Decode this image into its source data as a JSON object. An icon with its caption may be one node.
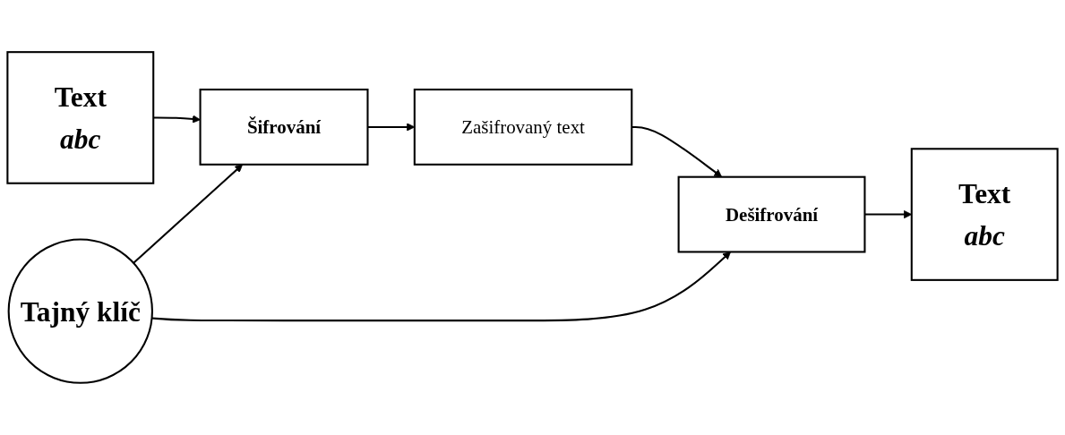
{
  "diagram": {
    "nodes": [
      {
        "text": [
          "Text",
          "abc"
        ]
      },
      {
        "text": [
          "Šifrování"
        ]
      },
      {
        "text": [
          "Zašifrovaný text"
        ]
      },
      {
        "text": [
          "Dešifrování"
        ]
      },
      {
        "text": [
          "Text",
          "abc"
        ]
      },
      {
        "text": [
          "Tajný klíč"
        ]
      }
    ],
    "edges": [
      {
        "from": 0,
        "to": 1,
        "arrow": "to"
      },
      {
        "from": 1,
        "to": 2,
        "arrow": "to"
      },
      {
        "from": 2,
        "to": 3,
        "arrow": "to"
      },
      {
        "from": 3,
        "to": 4,
        "arrow": "to"
      },
      {
        "from": 5,
        "to": 1,
        "arrow": "to"
      },
      {
        "from": 5,
        "to": 3,
        "arrow": "to"
      }
    ]
  }
}
